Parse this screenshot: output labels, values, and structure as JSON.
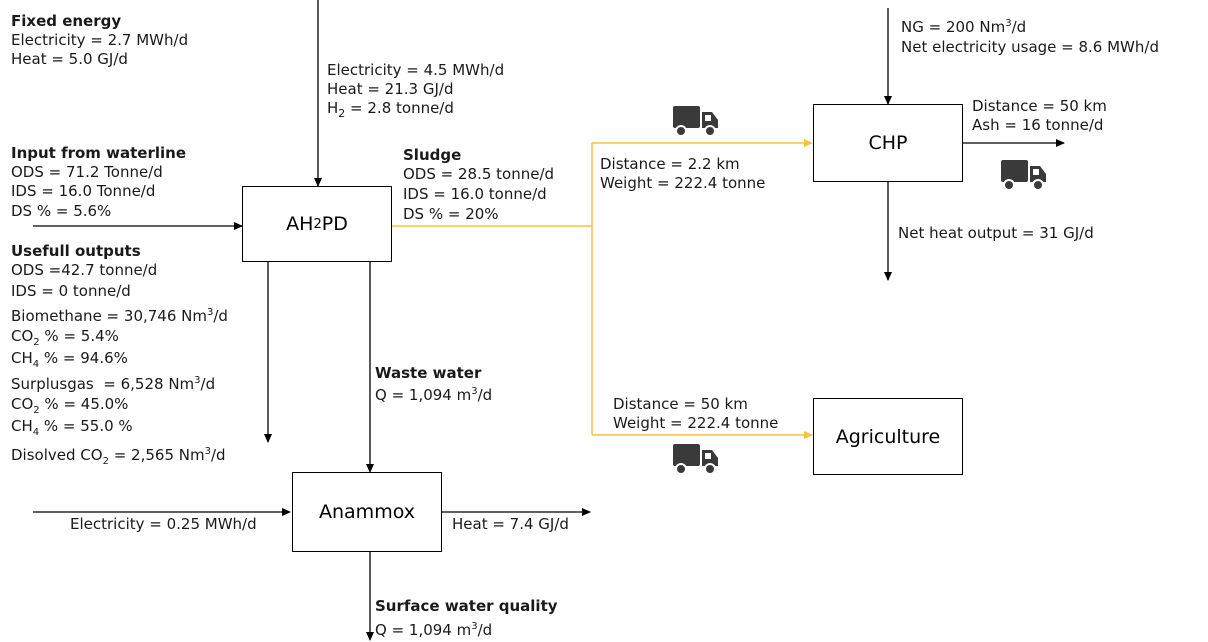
{
  "nodes": {
    "ah2pd": {
      "main": "AH",
      "sub": "2",
      "rest": "PD"
    },
    "anammox": "Anammox",
    "chp": "CHP",
    "agriculture": "Agriculture"
  },
  "fixed_energy": {
    "title": "Fixed energy",
    "electricity": "Electricity = 2.7 MWh/d",
    "heat": "Heat = 5.0 GJ/d"
  },
  "ah2pd_input": {
    "electricity": "Electricity = 4.5 MWh/d",
    "heat": "Heat = 21.3 GJ/d",
    "h2": {
      "pre": "H",
      "sub": "2",
      "post": " = 2.8 tonne/d"
    }
  },
  "waterline_input": {
    "title": "Input from waterline",
    "ods": "ODS = 71.2 Tonne/d",
    "ids": "IDS = 16.0 Tonne/d",
    "ds": "DS % = 5.6%"
  },
  "useful_outputs": {
    "title": "Usefull outputs",
    "ods": "ODS =42.7 tonne/d",
    "ids": "IDS = 0 tonne/d",
    "biomethane": {
      "pre": "Biomethane = 30,746 Nm",
      "sup": "3",
      "post": "/d"
    },
    "co2": {
      "pre": "CO",
      "sub": "2",
      "post": " % = 5.4%"
    },
    "ch4": {
      "pre": "CH",
      "sub": "4",
      "post": " % = 94.6%"
    },
    "surplusgas": {
      "pre": "Surplusgas  = 6,528 Nm",
      "sup": "3",
      "post": "/d"
    },
    "co2_surplus": {
      "pre": "CO",
      "sub": "2",
      "post": " % = 45.0%"
    },
    "ch4_surplus": {
      "pre": "CH",
      "sub": "4",
      "post": " % = 55.0 %"
    },
    "dissolved": {
      "pre": "Disolved CO",
      "sub": "2",
      "mid": " = 2,565 Nm",
      "sup": "3",
      "post": "/d"
    }
  },
  "sludge": {
    "title": "Sludge",
    "ods": "ODS = 28.5 tonne/d",
    "ids": "IDS = 16.0 tonne/d",
    "ds": "DS % = 20%"
  },
  "transport_chp": {
    "distance": "Distance = 2.2 km",
    "weight": "Weight = 222.4 tonne"
  },
  "transport_agri": {
    "distance": "Distance = 50 km",
    "weight": "Weight = 222.4 tonne"
  },
  "chp_input": {
    "ng": {
      "pre": "NG = 200 Nm",
      "sup": "3",
      "post": "/d"
    },
    "electricity": "Net electricity usage = 8.6 MWh/d"
  },
  "chp_output": {
    "distance": "Distance = 50 km",
    "ash": "Ash = 16 tonne/d",
    "heat": "Net heat output = 31 GJ/d"
  },
  "waste_water": {
    "title": "Waste water",
    "q": {
      "pre": "Q = 1,094 m",
      "sup": "3",
      "post": "/d"
    }
  },
  "anammox_io": {
    "electricity": "Electricity = 0.25 MWh/d",
    "heat": "Heat = 7.4 GJ/d"
  },
  "surface_water": {
    "title": "Surface water quality",
    "q": {
      "pre": "Q = 1,094 m",
      "sup": "3",
      "post": "/d"
    }
  },
  "colors": {
    "line": "#000000",
    "sludge_line": "#f5c242",
    "truck": "#3a3a3a"
  }
}
